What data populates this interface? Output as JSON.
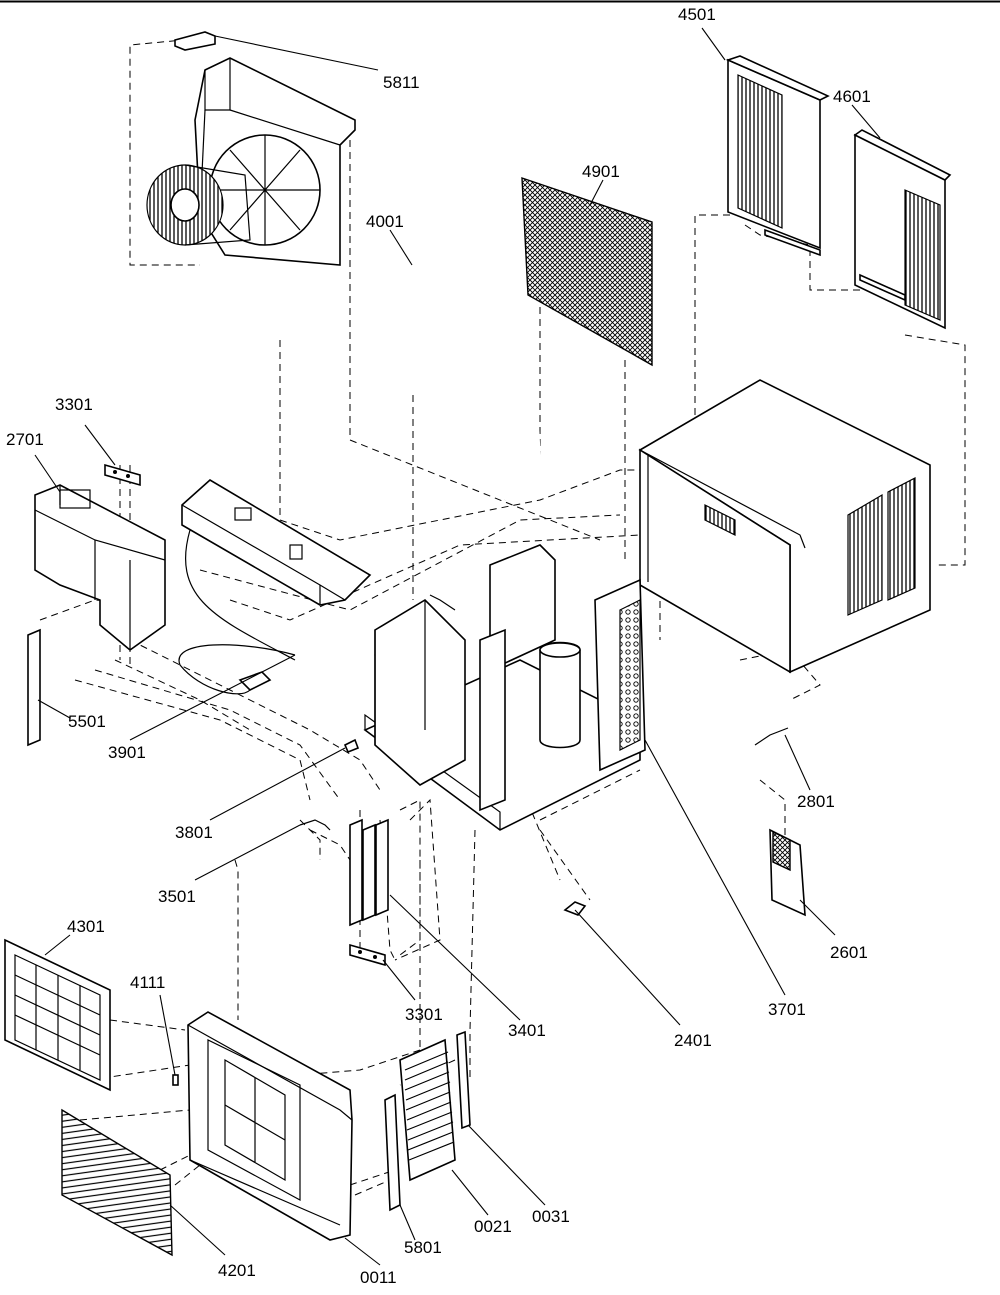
{
  "diagram": {
    "callouts": [
      {
        "id": "c5811",
        "text": "5811"
      },
      {
        "id": "c4501",
        "text": "4501"
      },
      {
        "id": "c4601",
        "text": "4601"
      },
      {
        "id": "c4901",
        "text": "4901"
      },
      {
        "id": "c4001",
        "text": "4001"
      },
      {
        "id": "c3301a",
        "text": "3301"
      },
      {
        "id": "c2701",
        "text": "2701"
      },
      {
        "id": "c5501",
        "text": "5501"
      },
      {
        "id": "c3901",
        "text": "3901"
      },
      {
        "id": "c3801",
        "text": "3801"
      },
      {
        "id": "c3501",
        "text": "3501"
      },
      {
        "id": "c2801",
        "text": "2801"
      },
      {
        "id": "c2601",
        "text": "2601"
      },
      {
        "id": "c3701",
        "text": "3701"
      },
      {
        "id": "c2401",
        "text": "2401"
      },
      {
        "id": "c3401",
        "text": "3401"
      },
      {
        "id": "c3301b",
        "text": "3301"
      },
      {
        "id": "c4301",
        "text": "4301"
      },
      {
        "id": "c4111",
        "text": "4111"
      },
      {
        "id": "c4201",
        "text": "4201"
      },
      {
        "id": "c0011",
        "text": "0011"
      },
      {
        "id": "c5801",
        "text": "5801"
      },
      {
        "id": "c0021",
        "text": "0021"
      },
      {
        "id": "c0031",
        "text": "0031"
      }
    ]
  }
}
